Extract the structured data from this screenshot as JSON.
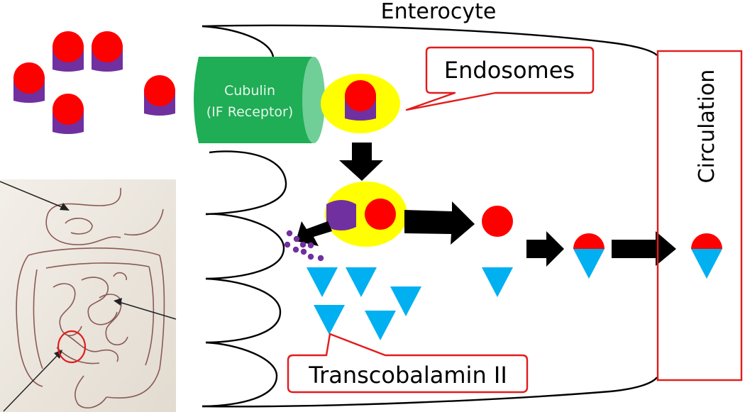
{
  "title": "Enterocyte",
  "colors": {
    "cobalamin": "#ff0000",
    "intrinsic_factor": "#7030a0",
    "cubulin": "#1fad55",
    "cubulin_face": "#6fcf97",
    "endosome": "#ffff00",
    "transcobalamin": "#00b0f0",
    "callout_border": "#e31b1b",
    "membrane": "#000000",
    "intestine_bg": "#ede7de"
  },
  "labels": {
    "cubulin_line1": "Cubulin",
    "cubulin_line2": "(IF Receptor)",
    "endosomes": "Endosomes",
    "circulation": "Circulation",
    "transcobalamin": "Transcobalamin II"
  },
  "components": [
    {
      "name": "B12-IF complex",
      "glyph": "red circle on purple cylinder",
      "count_in_lumen": 5
    },
    {
      "name": "Cubulin receptor",
      "glyph": "green cylinder"
    },
    {
      "name": "Endosome",
      "glyph": "yellow ellipse",
      "count": 2
    },
    {
      "name": "Degraded IF",
      "glyph": "purple dots",
      "count": 9
    },
    {
      "name": "Transcobalamin II",
      "glyph": "blue inverted triangle",
      "count_free": 6
    },
    {
      "name": "B12-TCII complex",
      "glyph": "red circle on blue triangle",
      "count": 2
    }
  ],
  "flow": [
    "B12-IF complexes in lumen bind Cubulin (IF Receptor)",
    "Complex internalized into endosome",
    "Endosome separates IF from B12",
    "IF degraded into fragments",
    "Free B12 binds Transcobalamin II",
    "B12-TCII complex exits to Circulation"
  ],
  "inset": {
    "description": "Illustration of the digestive tract with arrows; terminal ileum circled in red"
  }
}
